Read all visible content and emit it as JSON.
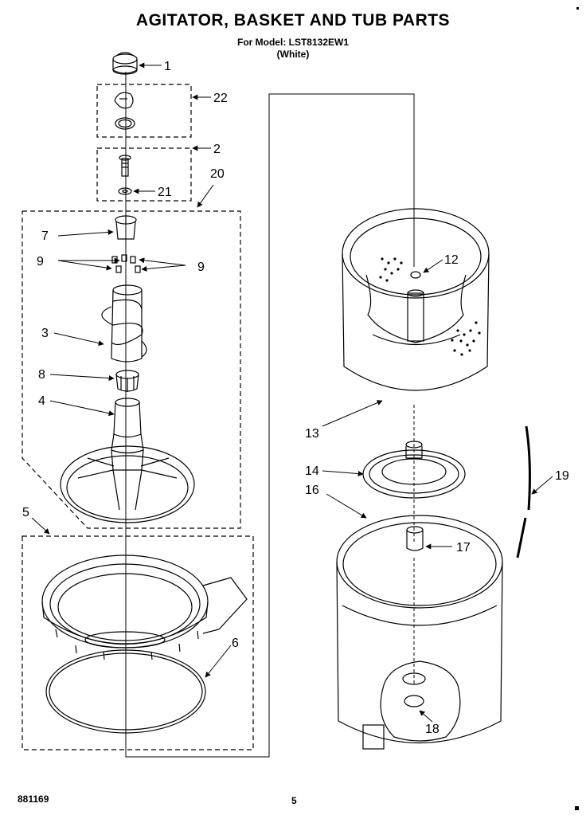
{
  "header": {
    "title": "AGITATOR, BASKET AND TUB PARTS",
    "model_line": "For Model: LST8132EW1",
    "color_line": "(White)"
  },
  "footer": {
    "doc_number": "881169",
    "page_number": "5"
  },
  "callouts": [
    "1",
    "22",
    "2",
    "21",
    "20",
    "7",
    "9",
    "9",
    "3",
    "8",
    "4",
    "5",
    "6",
    "12",
    "13",
    "14",
    "16",
    "17",
    "18",
    "19"
  ]
}
